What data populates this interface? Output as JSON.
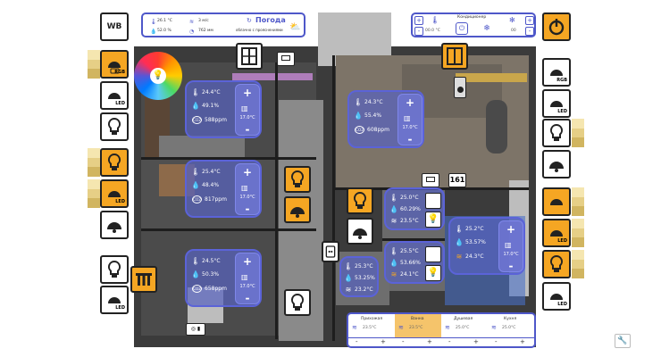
{
  "logo": {
    "label": "WB"
  },
  "weather": {
    "temperature": "26.1 °C",
    "wind": "3 м/с",
    "humidity": "52.0 %",
    "pressure": "762 мм",
    "title": "Погода",
    "condition": "облачно с прояснениями"
  },
  "ac": {
    "title": "Кондиционер",
    "temperature": "00.0 °C",
    "fan_value": "00",
    "plus": "+",
    "minus": "-"
  },
  "rooms": [
    {
      "temp": "24.4°C",
      "hum": "49.1%",
      "co2": "588ppm",
      "setpoint": "17.0°C"
    },
    {
      "temp": "25.4°C",
      "hum": "48.4%",
      "co2": "817ppm",
      "setpoint": "17.0°C"
    },
    {
      "temp": "24.5°C",
      "hum": "50.3%",
      "co2": "658ppm",
      "setpoint": "17.0°C"
    },
    {
      "temp": "24.3°C",
      "hum": "55.4%",
      "co2": "608ppm",
      "setpoint": "17.0°C"
    },
    {
      "temp": "25.2°C",
      "hum": "53.57%",
      "floor": "24.3°C",
      "setpoint": "17.0°C"
    }
  ],
  "small_sensors": [
    {
      "temp": "25.0°C",
      "hum": "60.29%",
      "floor": "23.5°C"
    },
    {
      "temp": "25.5°C",
      "hum": "53.66%",
      "floor": "24.1°C"
    },
    {
      "temp": "25.3°C",
      "hum": "53.25%",
      "floor": "23.2°C"
    }
  ],
  "co2_label": "CO2",
  "floor_heating": [
    {
      "name": "Прихожая",
      "value": "23.5°C",
      "active": false
    },
    {
      "name": "Ванна",
      "value": "23.5°C",
      "active": true
    },
    {
      "name": "Душевая",
      "value": "25.0°C",
      "active": false
    },
    {
      "name": "Кухня",
      "value": "25.0°C",
      "active": false
    }
  ],
  "controls": {
    "plus": "+",
    "minus": "-",
    "rgb": "RGB",
    "led": "LED",
    "counter": "161"
  },
  "colors": {
    "accent": "#4e57c9",
    "on": "#f5a623",
    "panel": "#5862be"
  }
}
